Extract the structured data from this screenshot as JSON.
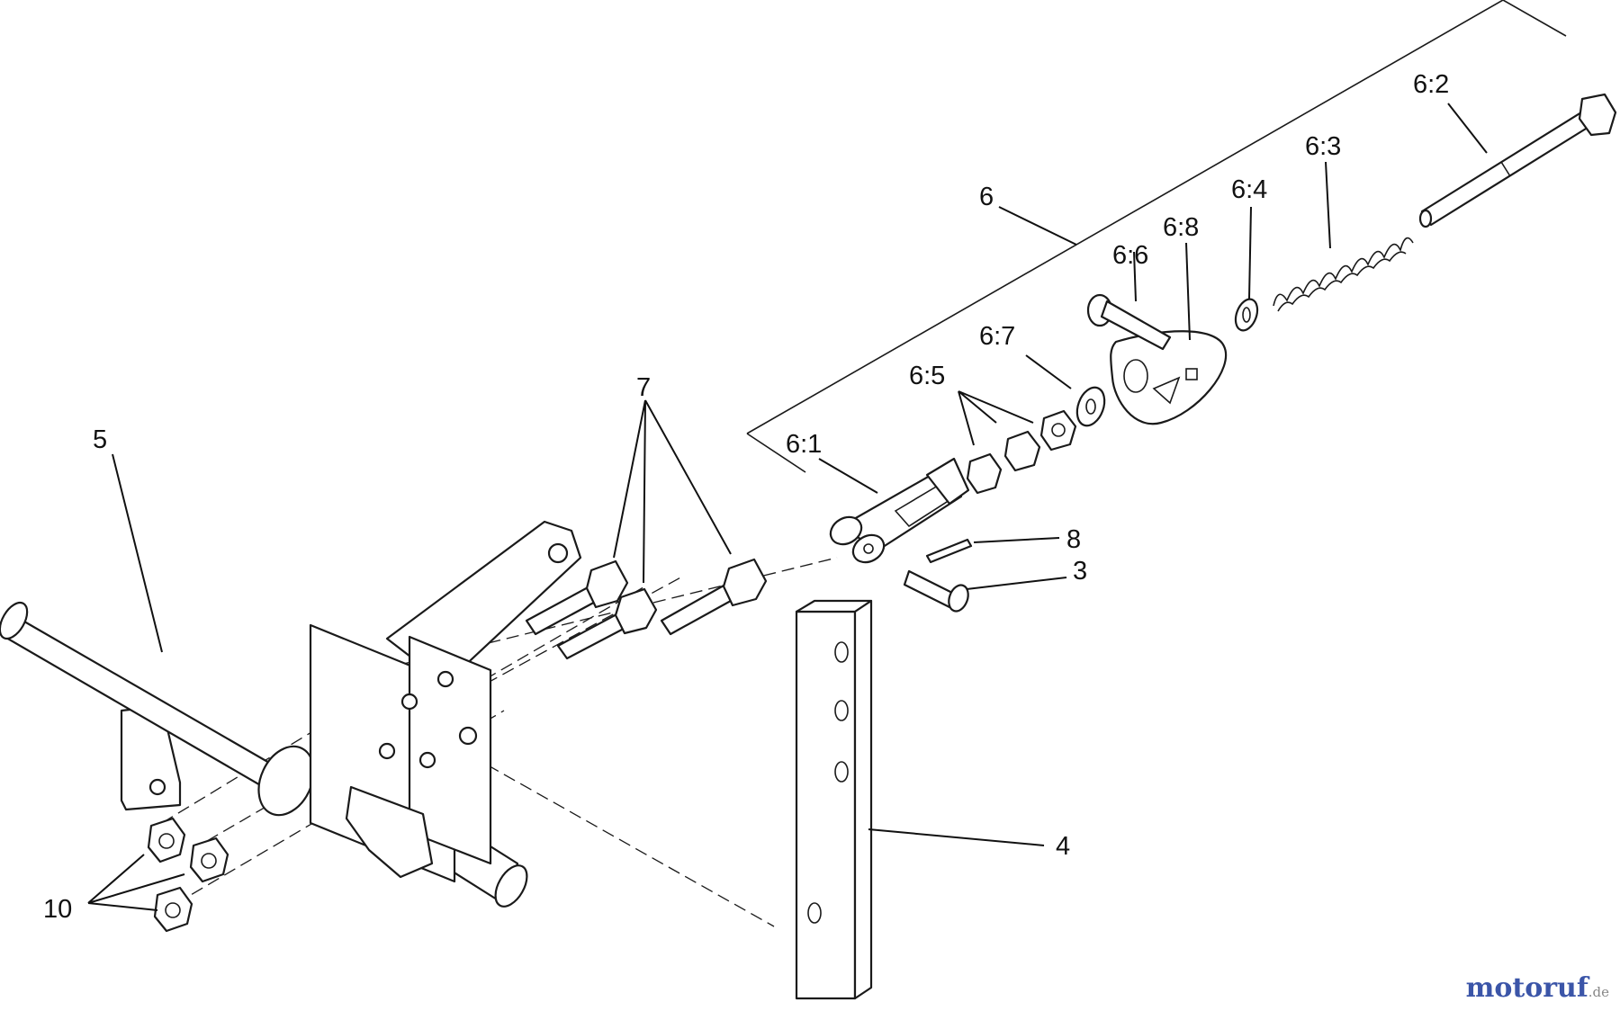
{
  "labels": {
    "l5": "5",
    "l7": "7",
    "l6": "6",
    "l6_1": "6:1",
    "l6_2": "6:2",
    "l6_3": "6:3",
    "l6_4": "6:4",
    "l6_5": "6:5",
    "l6_6": "6:6",
    "l6_7": "6:7",
    "l6_8": "6:8",
    "l8": "8",
    "l3": "3",
    "l4": "4",
    "l10": "10"
  },
  "watermark": {
    "text": "motoruf",
    "tld": ".de"
  }
}
